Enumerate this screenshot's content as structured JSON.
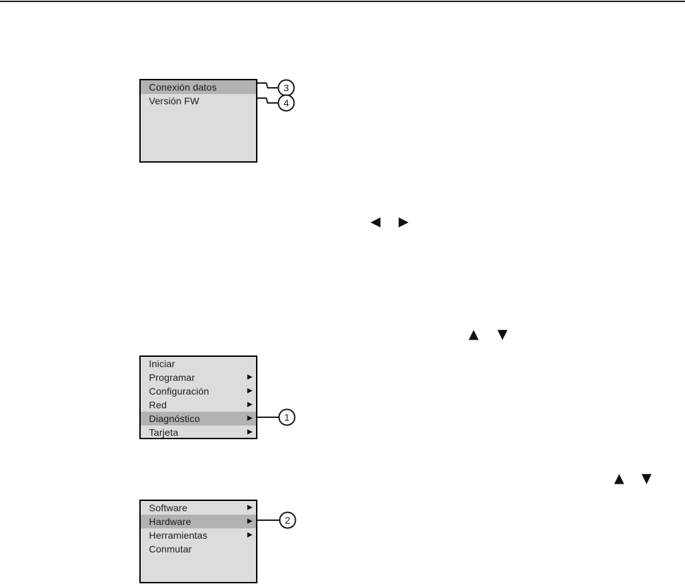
{
  "page": {
    "background": "#ffffff",
    "top_rule_color": "#1a1a1a"
  },
  "lcd": {
    "background": "#dcdcdc",
    "highlight": "#b2b2b2",
    "border": "#000000",
    "text_color": "#1a1a1a"
  },
  "icons": {
    "submenu_arrow": "▶",
    "nav_left": "◀",
    "nav_right": "▶",
    "nav_up": "▲",
    "nav_down": "▼"
  },
  "screens": [
    {
      "name": "diagnostic-options",
      "rows": [
        {
          "label": "Conexión datos",
          "highlighted": true,
          "has_submenu": false
        },
        {
          "label": "Versión FW",
          "highlighted": false,
          "has_submenu": false
        }
      ]
    },
    {
      "name": "main-menu",
      "rows": [
        {
          "label": "Iniciar",
          "highlighted": false,
          "has_submenu": false
        },
        {
          "label": "Programar",
          "highlighted": false,
          "has_submenu": true
        },
        {
          "label": "Configuración",
          "highlighted": false,
          "has_submenu": true
        },
        {
          "label": "Red",
          "highlighted": false,
          "has_submenu": true
        },
        {
          "label": "Diagnóstico",
          "highlighted": true,
          "has_submenu": true
        },
        {
          "label": "Tarjeta",
          "highlighted": false,
          "has_submenu": true
        }
      ]
    },
    {
      "name": "diagnostic-menu",
      "rows": [
        {
          "label": "Software",
          "highlighted": false,
          "has_submenu": true
        },
        {
          "label": "Hardware",
          "highlighted": true,
          "has_submenu": true
        },
        {
          "label": "Herramientas",
          "highlighted": false,
          "has_submenu": true
        },
        {
          "label": "Conmutar",
          "highlighted": false,
          "has_submenu": false
        }
      ]
    }
  ],
  "callouts": [
    {
      "number": "1"
    },
    {
      "number": "2"
    },
    {
      "number": "3"
    },
    {
      "number": "4"
    }
  ]
}
